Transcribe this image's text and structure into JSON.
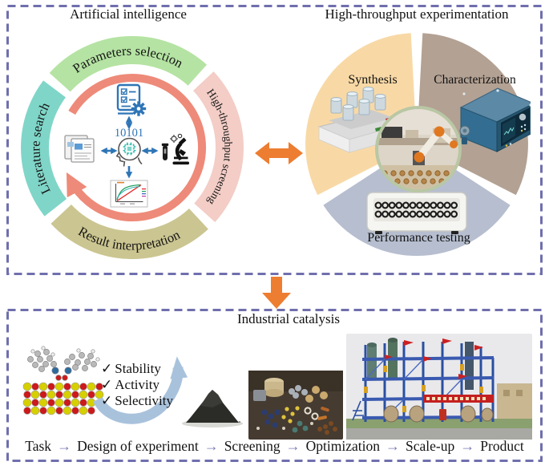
{
  "ai": {
    "title": "Artificial intelligence",
    "ring": {
      "top": "Parameters selection",
      "left": "Literature search",
      "right": "High-throughput screening",
      "bottom": "Result interpretation"
    },
    "binary_label": "10101"
  },
  "hte": {
    "title": "High-throughput experimentation",
    "sectors": {
      "synthesis": "Synthesis",
      "characterization": "Characterization",
      "performance": "Performance testing"
    }
  },
  "industrial": {
    "title": "Industrial catalysis",
    "criteria": [
      "Stability",
      "Activity",
      "Selectivity"
    ],
    "flow": [
      "Task",
      "Design of experiment",
      "Screening",
      "Optimization",
      "Scale-up",
      "Product"
    ]
  },
  "icons": {
    "check": "✓",
    "flow_arrow": "→",
    "list": [
      "checklist-gear-icon",
      "brain-chip-icon",
      "books-icon",
      "microscope-icon",
      "mini-chart-icon",
      "cycle-arrow-icon",
      "double-arrow-horizontal-icon",
      "double-arrow-vertical-icon",
      "down-arrow-icon",
      "swoosh-arrow-icon"
    ]
  },
  "colors": {
    "dashed_border": "#6f6fae",
    "accent_orange": "#ed7d31",
    "cycle_salmon": "#ee8a79",
    "arc_green": "#b5e3a3",
    "arc_teal": "#7fd6c8",
    "arc_pink": "#f3cdc6",
    "arc_olive": "#cbc591",
    "sector_synthesis": "#f8d9a6",
    "sector_characterization": "#b3a193",
    "sector_performance": "#b6becf",
    "icon_blue": "#2e75b6",
    "flow_arrow_purple": "#7b7bb8"
  }
}
